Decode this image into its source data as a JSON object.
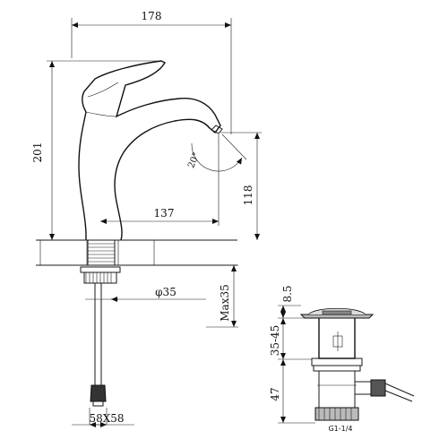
{
  "drawing": {
    "faucet": {
      "width": "178",
      "height": "201",
      "reach": "137",
      "spout_height": "118",
      "angle": "20°",
      "shank_diameter": "φ35",
      "max_deck": "Max35",
      "base": "58X58"
    },
    "drain": {
      "cap": "8.5",
      "range": "35-45",
      "body": "47",
      "thread": "G1-1/4"
    }
  }
}
